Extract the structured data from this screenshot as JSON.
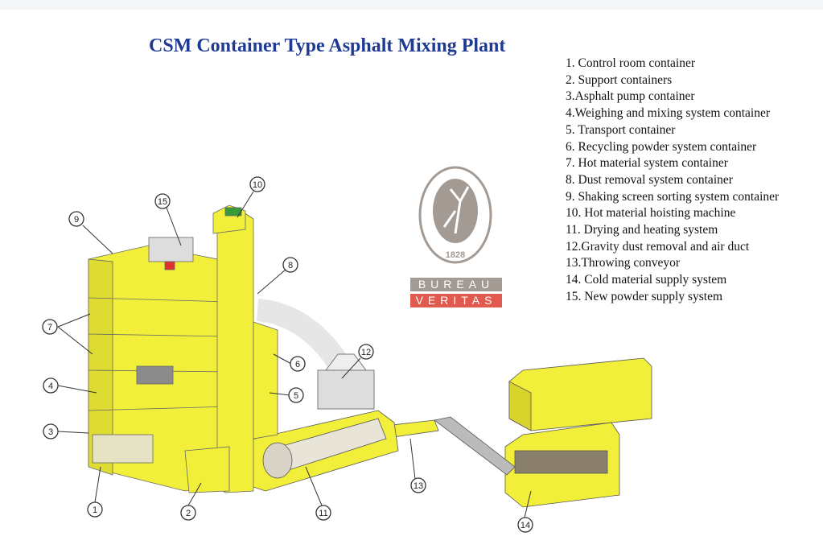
{
  "title": "CSM Container Type Asphalt Mixing Plant",
  "legend": [
    "1. Control room container",
    "2. Support containers",
    "3.Asphalt pump container",
    "4.Weighing and mixing system container",
    "5. Transport container",
    "6. Recycling powder system container",
    "7. Hot material system container",
    "8. Dust removal system container",
    "9. Shaking screen sorting system container",
    "10. Hot material hoisting machine",
    "11. Drying and heating system",
    "12.Gravity dust removal and air duct",
    "13.Throwing conveyor",
    "14. Cold material supply system",
    "15. New powder supply system"
  ],
  "logo": {
    "seal_text": "BUREAU VERITAS",
    "year": "1828",
    "word1": "BUREAU",
    "word2": "VERITAS"
  },
  "callouts": [
    "1",
    "2",
    "3",
    "4",
    "5",
    "6",
    "7",
    "8",
    "9",
    "10",
    "11",
    "12",
    "13",
    "14",
    "15"
  ],
  "colors": {
    "title": "#1f3a93",
    "structure": "#f2ef3a",
    "logo_grey": "#a39a93",
    "logo_red": "#e05a4f"
  }
}
